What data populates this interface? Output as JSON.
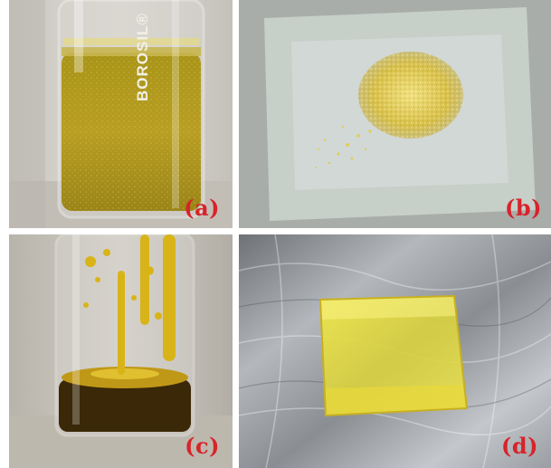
{
  "panels": [
    {
      "id": "a",
      "label": "(a)",
      "vial_text": "BOROSIL®"
    },
    {
      "id": "b",
      "label": "(b)"
    },
    {
      "id": "c",
      "label": "(c)"
    },
    {
      "id": "d",
      "label": "(d)"
    }
  ],
  "colors": {
    "label": "#d8232a",
    "yellow_liquid": "#b8a020",
    "gold_powder": "#e2d060",
    "dark_liquid": "#3a2808",
    "yellow_film": "#e8e040",
    "foil": "#a0a4a8"
  }
}
